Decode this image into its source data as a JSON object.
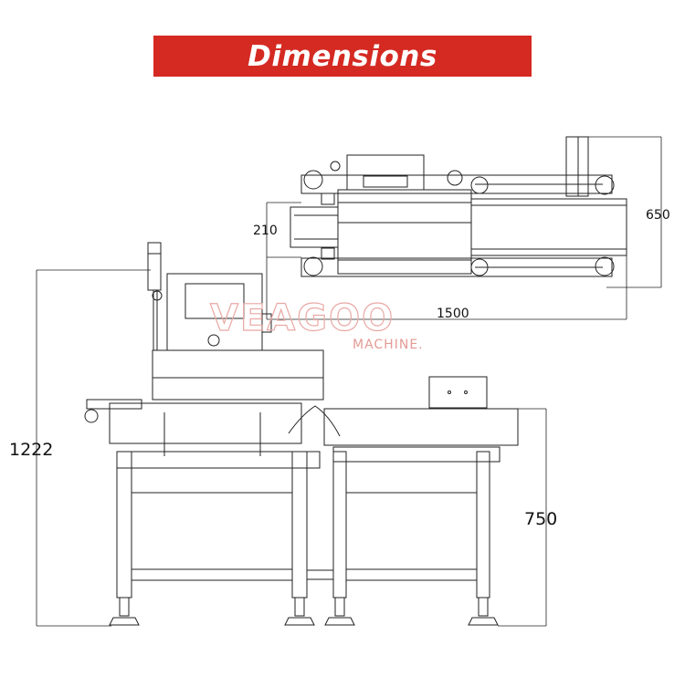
{
  "banner": {
    "title": "Dimensions"
  },
  "watermark": {
    "brand": "VEAGOO",
    "sub": "MACHINE."
  },
  "dimensions": {
    "total_height": "1222",
    "conveyor_height": "750",
    "total_length": "1500",
    "width": "650",
    "belt_width": "210"
  },
  "colors": {
    "banner": "#d42a22",
    "lines": "#222222",
    "watermark": "#e49a95"
  }
}
